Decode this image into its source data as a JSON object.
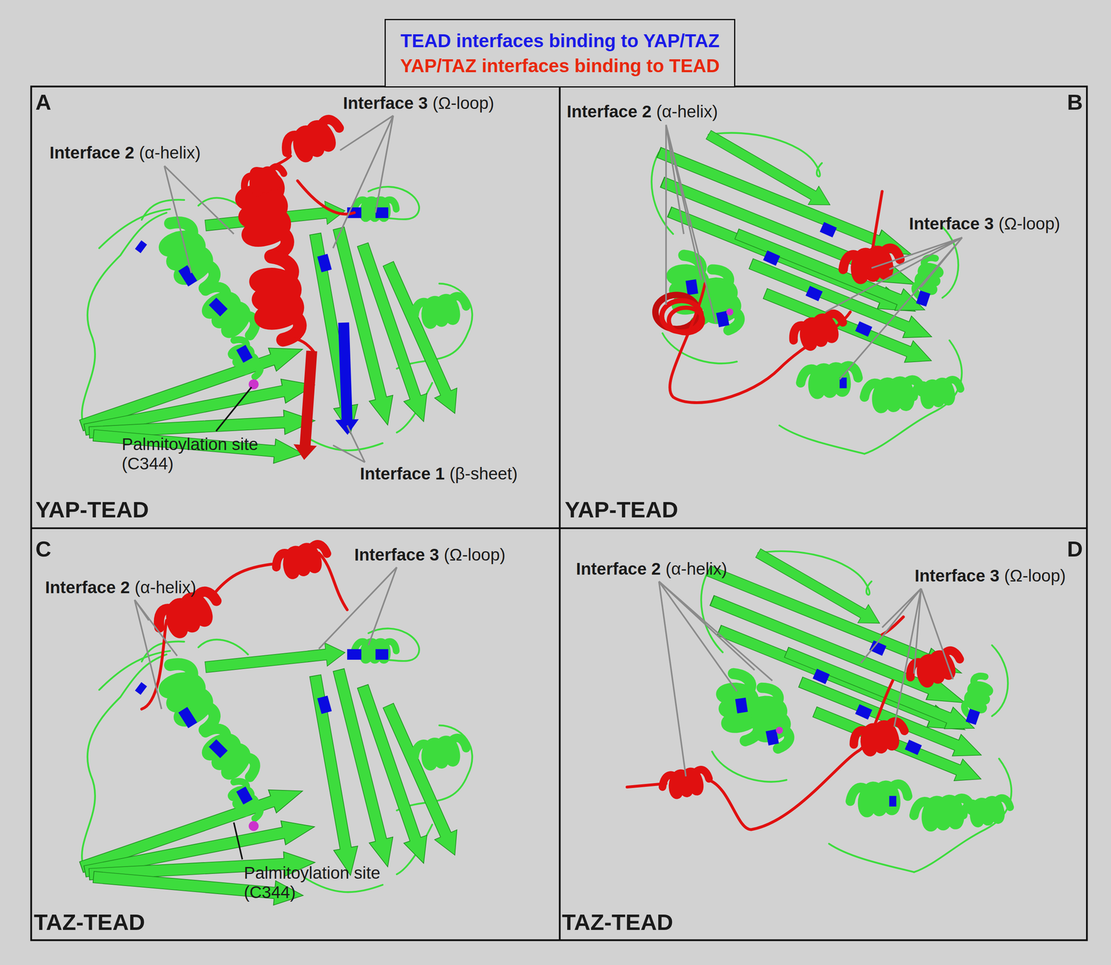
{
  "diagram": {
    "labels": [
      "A",
      "Interface 3",
      "(Ω-loop)",
      "Interface 2",
      "(α-helix)",
      "Palmitoylation site (C344)",
      "Interface 1",
      "(β-sheet)",
      "YAP-TEAD",
      "B",
      "Interface 2",
      "(α-helix)",
      "Interface 3",
      "(Ω-loop)",
      "YAP-TEAD",
      "C",
      "Interface 3",
      "(Ω-loop)",
      "Interface 2",
      "(α-helix)",
      "Palmitoylation site (C344)",
      "TAZ-TEAD",
      "D",
      "Interface 2",
      "(α-helix)",
      "Interface 3",
      "(Ω-loop)",
      "TAZ-TEAD"
    ],
    "legend": [
      {
        "text": "TEAD interfaces binding to YAP/TAZ",
        "color": "#1a1ae6"
      },
      {
        "text": "YAP/TAZ interfaces binding to TEAD",
        "color": "#e8280c"
      }
    ]
  }
}
